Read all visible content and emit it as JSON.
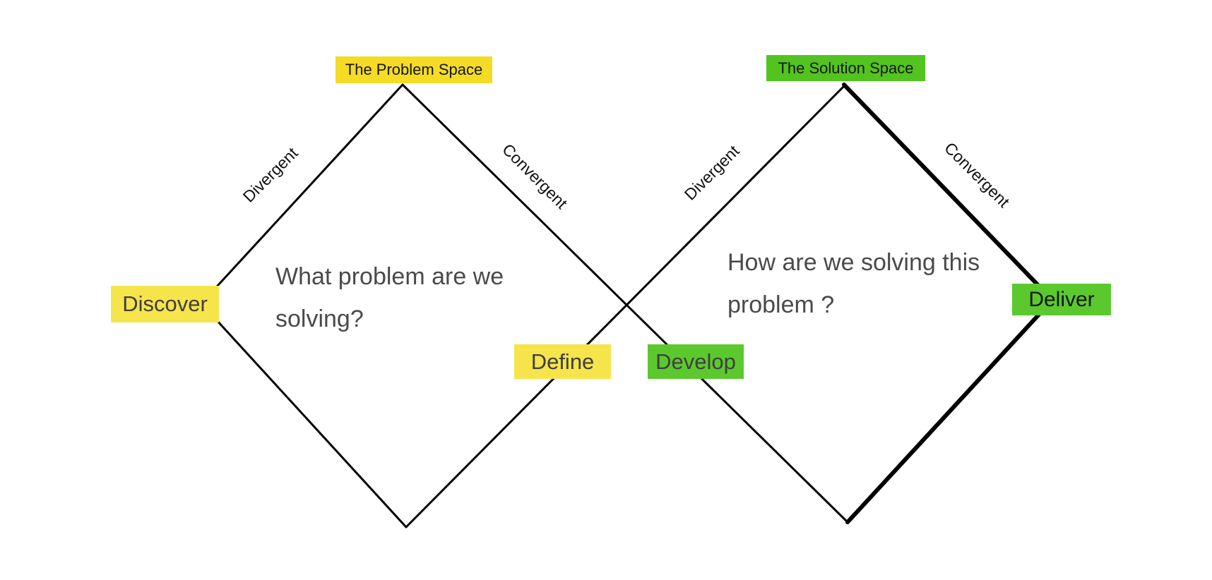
{
  "colors": {
    "line": "#000000",
    "yellow_header": "#F5DB25",
    "yellow_stage": "#F6E44B",
    "green_header": "#53C41F",
    "green_stage": "#5BC92E"
  },
  "problem_space": {
    "header": "The Problem Space",
    "question": {
      "line1": "What problem are we",
      "line2": "solving?"
    },
    "edge_labels": {
      "divergent": "Divergent",
      "convergent": "Convergent"
    },
    "stages": {
      "discover": "Discover",
      "define": "Define"
    }
  },
  "solution_space": {
    "header": "The Solution Space",
    "question": {
      "line1": "How are we solving this",
      "line2": "problem ?"
    },
    "edge_labels": {
      "divergent": "Divergent",
      "convergent": "Convergent"
    },
    "stages": {
      "develop": "Develop",
      "deliver": "Deliver"
    }
  }
}
